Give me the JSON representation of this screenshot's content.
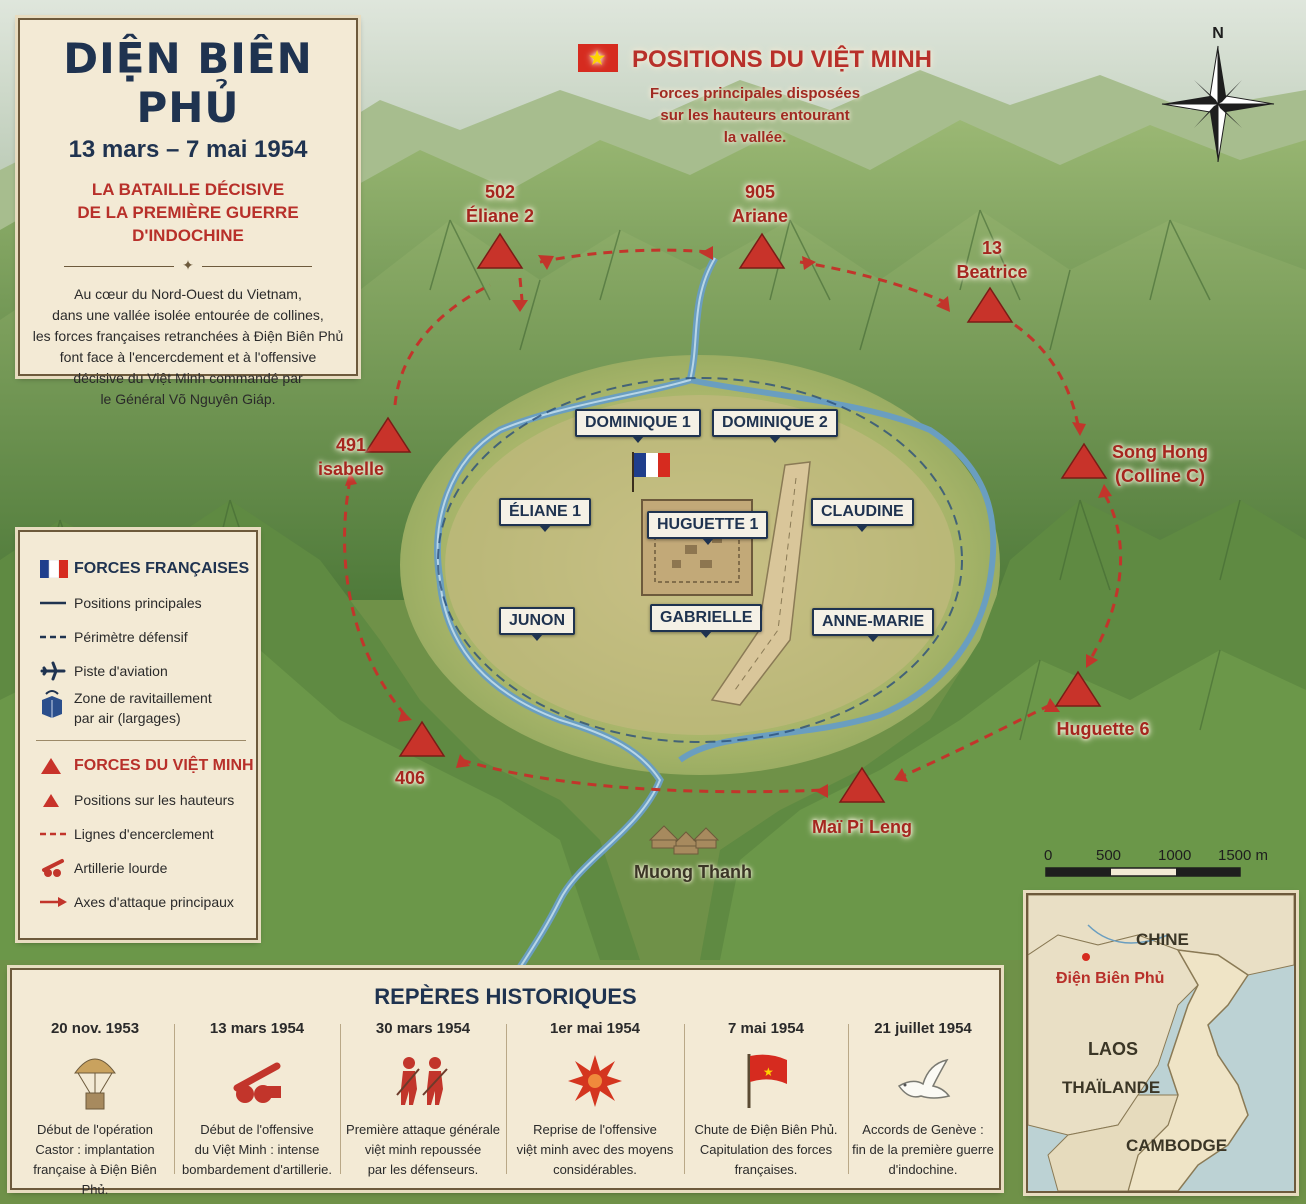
{
  "title": {
    "heading": "DIỆN BIÊN PHỦ",
    "dates": "13 mars – 7 mai 1954",
    "subtitle_line1": "LA BATAILLE DÉCISIVE",
    "subtitle_line2": "DE LA PREMIÈRE GUERRE D'INDOCHINE",
    "intro": [
      "Au cœur du Nord-Ouest du Vietnam,",
      "dans une vallée isolée entourée de collines,",
      "les forces françaises retranchées à Điện Biên Phủ",
      "font face à l'encercdement et à l'offensive",
      "décisive du Việt Minh commandé par",
      "le Général Võ Nguyên Giáp."
    ]
  },
  "viet_minh_header": {
    "title": "POSITIONS DU VIỆT MINH",
    "description": [
      "Forces principales disposées",
      "sur les hauteurs entourant",
      "la vallée."
    ],
    "flag_icon": "vietnam-flag-icon"
  },
  "compass": {
    "north_label": "N"
  },
  "viet_minh_positions": [
    {
      "id": "502",
      "name": "Éliane 2"
    },
    {
      "id": "905",
      "name": "Ariane"
    },
    {
      "id": "13",
      "name": "Beatrice"
    },
    {
      "id": "",
      "name": "Song Hong",
      "name2": "(Colline C)"
    },
    {
      "id": "",
      "name": "Huguette 6"
    },
    {
      "id": "",
      "name": "Maï Pi Leng"
    },
    {
      "id": "406",
      "name": ""
    },
    {
      "id": "491",
      "name": "isabelle"
    }
  ],
  "french_positions": [
    "DOMINIQUE 1",
    "DOMINIQUE 2",
    "ÉLIANE 1",
    "HUGUETTE 1",
    "CLAUDINE",
    "JUNON",
    "GABRIELLE",
    "ANNE-MARIE"
  ],
  "places": {
    "village": "Muong Thanh"
  },
  "legend": {
    "french_title": "FORCES FRANÇAISES",
    "french_items": [
      "Positions principales",
      "Périmètre défensif",
      "Piste d'aviation",
      "Zone de ravitaillement",
      "par air (largages)"
    ],
    "vm_title": "FORCES DU VIỆT MINH",
    "vm_items": [
      "Positions sur les hauteurs",
      "Lignes d'encerclement",
      "Artillerie lourde",
      "Axes d'attaque principaux"
    ],
    "colors": {
      "french_blue": "#1f3350",
      "vm_red": "#b8302a"
    }
  },
  "scale": {
    "ticks": [
      "0",
      "500",
      "1000",
      "1500 m"
    ]
  },
  "inset": {
    "labels": {
      "china": "CHINE",
      "dbp": "Điện Biên Phủ",
      "laos": "LAOS",
      "thailand": "THAÏLANDE",
      "cambodia": "CAMBODGE"
    }
  },
  "timeline": {
    "title": "REPÈRES HISTORIQUES",
    "events": [
      {
        "date": "20 nov. 1953",
        "icon": "parachute-crate-icon",
        "desc": [
          "Début de l'opération",
          "Castor : implantation",
          "française à Điện Biên Phủ."
        ]
      },
      {
        "date": "13 mars 1954",
        "icon": "artillery-icon",
        "desc": [
          "Début de l'offensive",
          "du Việt Minh : intense",
          "bombardement d'artillerie."
        ]
      },
      {
        "date": "30 mars 1954",
        "icon": "soldiers-icon",
        "desc": [
          "Première attaque générale",
          "việt minh repoussée",
          "par les défenseurs."
        ]
      },
      {
        "date": "1er mai 1954",
        "icon": "explosion-icon",
        "desc": [
          "Reprise de l'offensive",
          "việt minh avec des moyens",
          "considérables."
        ]
      },
      {
        "date": "7 mai 1954",
        "icon": "red-flag-icon",
        "desc": [
          "Chute de Điện Biên Phủ.",
          "Capitulation des forces",
          "françaises."
        ]
      },
      {
        "date": "21 juillet 1954",
        "icon": "dove-icon",
        "desc": [
          "Accords de Genève :",
          "fin de la première guerre",
          "d'indochine."
        ]
      }
    ]
  }
}
